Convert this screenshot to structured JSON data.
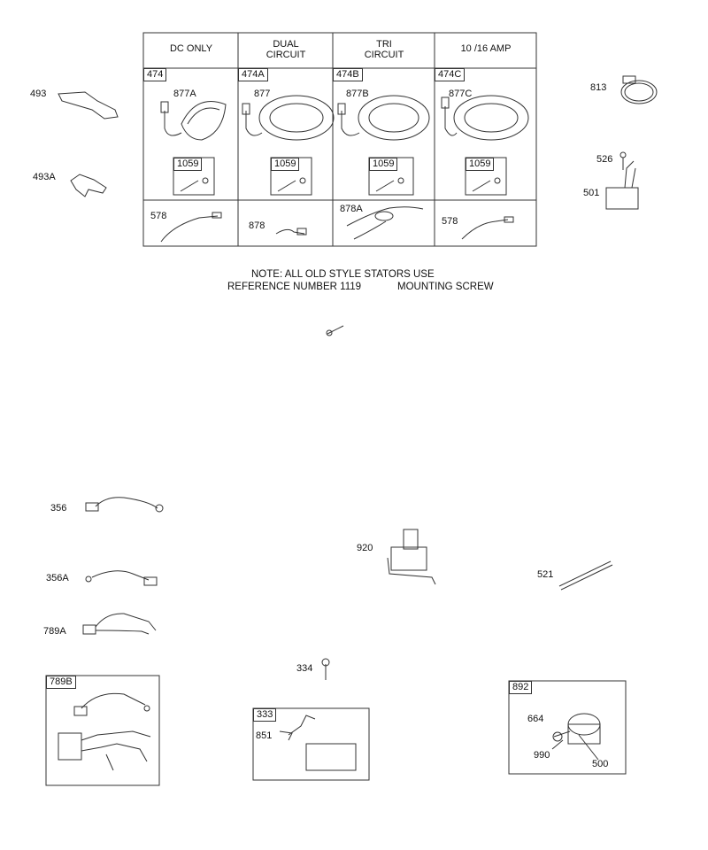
{
  "stator_table": {
    "columns": [
      {
        "header": "DC ONLY",
        "kit": "474",
        "stator": "877A",
        "screw_kit": "1059",
        "lead": "578"
      },
      {
        "header": "DUAL\nCIRCUIT",
        "kit": "474A",
        "stator": "877",
        "screw_kit": "1059",
        "lead": "878"
      },
      {
        "header": "TRI\nCIRCUIT",
        "kit": "474B",
        "stator": "877B",
        "screw_kit": "1059",
        "lead": "878A"
      },
      {
        "header": "10 /16 AMP",
        "kit": "474C",
        "stator": "877C",
        "screw_kit": "1059",
        "lead": "578"
      }
    ]
  },
  "note": {
    "line1": "NOTE: ALL OLD STYLE STATORS USE",
    "line2_left": "REFERENCE NUMBER 1119",
    "line2_right": "MOUNTING SCREW"
  },
  "parts": {
    "p493": "493",
    "p493A": "493A",
    "p813": "813",
    "p526": "526",
    "p501": "501",
    "p356": "356",
    "p356A": "356A",
    "p789A": "789A",
    "p920": "920",
    "p521": "521",
    "p334": "334"
  },
  "boxes": {
    "b789B": "789B",
    "b333": {
      "tag": "333",
      "part": "851"
    },
    "b892": {
      "tag": "892",
      "p664": "664",
      "p990": "990",
      "p500": "500"
    }
  },
  "colors": {
    "line": "#333333",
    "fill": "#ffffff"
  }
}
